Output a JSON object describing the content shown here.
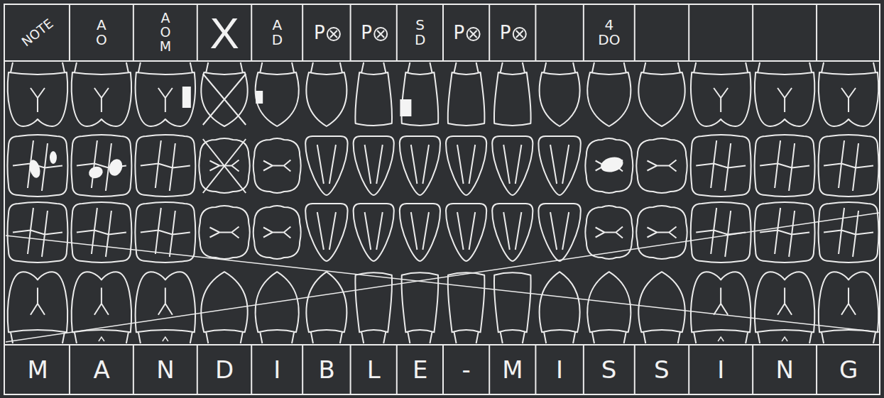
{
  "diagram": {
    "labels": [
      "NOTE",
      "A O",
      "A O M",
      "X",
      "A D",
      "P",
      "P",
      "S D",
      "P",
      "P",
      "4 DO",
      "M",
      "A",
      "N",
      "D",
      "I",
      "B",
      "L",
      "E",
      "-",
      "M",
      "I",
      "S",
      "S",
      "I",
      "N",
      "G"
    ]
  }
}
